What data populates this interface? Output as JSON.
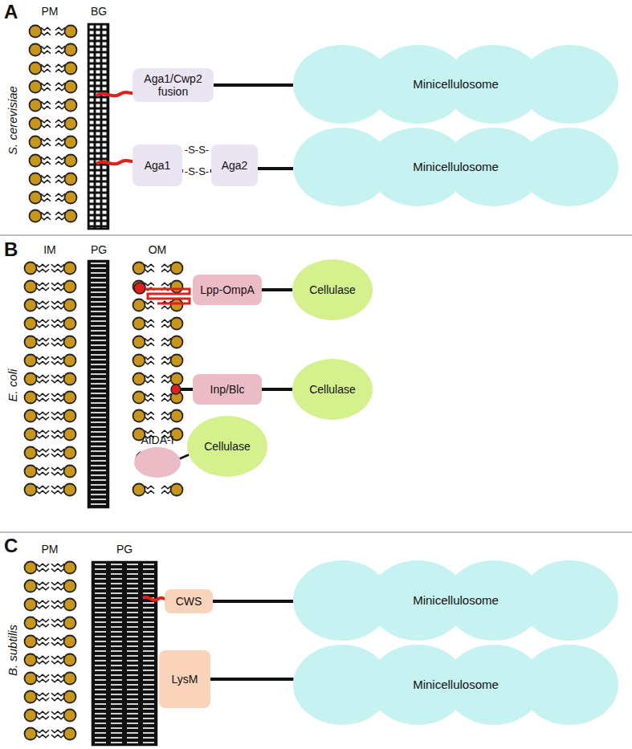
{
  "diagram": {
    "nodes": [
      {
        "text": [
          "Aga1/Cwp2 fusion"
        ]
      },
      {
        "text": [
          "Minicellulosome"
        ]
      },
      {
        "text": [
          "Aga1"
        ]
      },
      {
        "text": [
          "Aga2"
        ]
      },
      {
        "text": [
          "Minicellulosome"
        ]
      },
      {
        "text": [
          "Lpp-OmpA"
        ]
      },
      {
        "text": [
          "Cellulase"
        ]
      },
      {
        "text": [
          "Inp/Blc"
        ]
      },
      {
        "text": [
          "Cellulase"
        ]
      },
      {
        "text": [
          "AIDA-I"
        ]
      },
      {
        "text": [
          "Cellulase"
        ]
      },
      {
        "text": [
          "CWS"
        ]
      },
      {
        "text": [
          "Minicellulosome"
        ]
      },
      {
        "text": [
          "LysM"
        ]
      },
      {
        "text": [
          "Minicellulosome"
        ]
      }
    ],
    "edges": [
      {
        "from": 0,
        "to": 1,
        "arrow": "none"
      },
      {
        "from": 2,
        "to": 3,
        "label": "-S-S-",
        "arrow": "none"
      },
      {
        "from": 3,
        "to": 4,
        "arrow": "none"
      },
      {
        "from": 5,
        "to": 6,
        "arrow": "none"
      },
      {
        "from": 7,
        "to": 8,
        "arrow": "none"
      },
      {
        "from": 11,
        "to": 12,
        "arrow": "none"
      },
      {
        "from": 13,
        "to": 14,
        "arrow": "none"
      }
    ],
    "labels": [
      "A",
      "S. cerevisiae",
      "PM",
      "BG",
      "-S-S-",
      "B",
      "E. coli",
      "IM",
      "PG",
      "OM",
      "C",
      "B. subtilis",
      "PM",
      "PG"
    ]
  }
}
